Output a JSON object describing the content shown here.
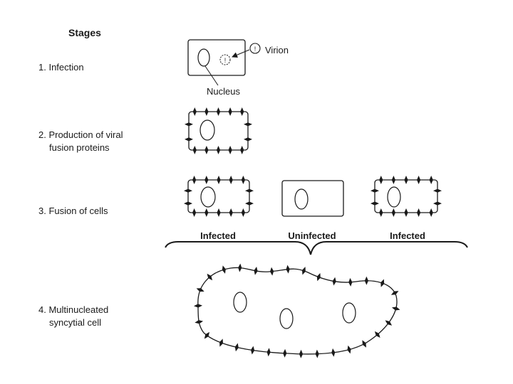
{
  "heading": "Stages",
  "stages": [
    {
      "label": "1. Infection"
    },
    {
      "label_line1": "2. Production of viral",
      "label_line2": "fusion proteins"
    },
    {
      "label": "3. Fusion of cells"
    },
    {
      "label_line1": "4. Multinucleated",
      "label_line2": "syncytial cell"
    }
  ],
  "labels": {
    "virion": "Virion",
    "nucleus": "Nucleus",
    "infected_left": "Infected",
    "uninfected": "Uninfected",
    "infected_right": "Infected"
  },
  "colors": {
    "ink": "#1a1a1a",
    "background": "#ffffff"
  }
}
